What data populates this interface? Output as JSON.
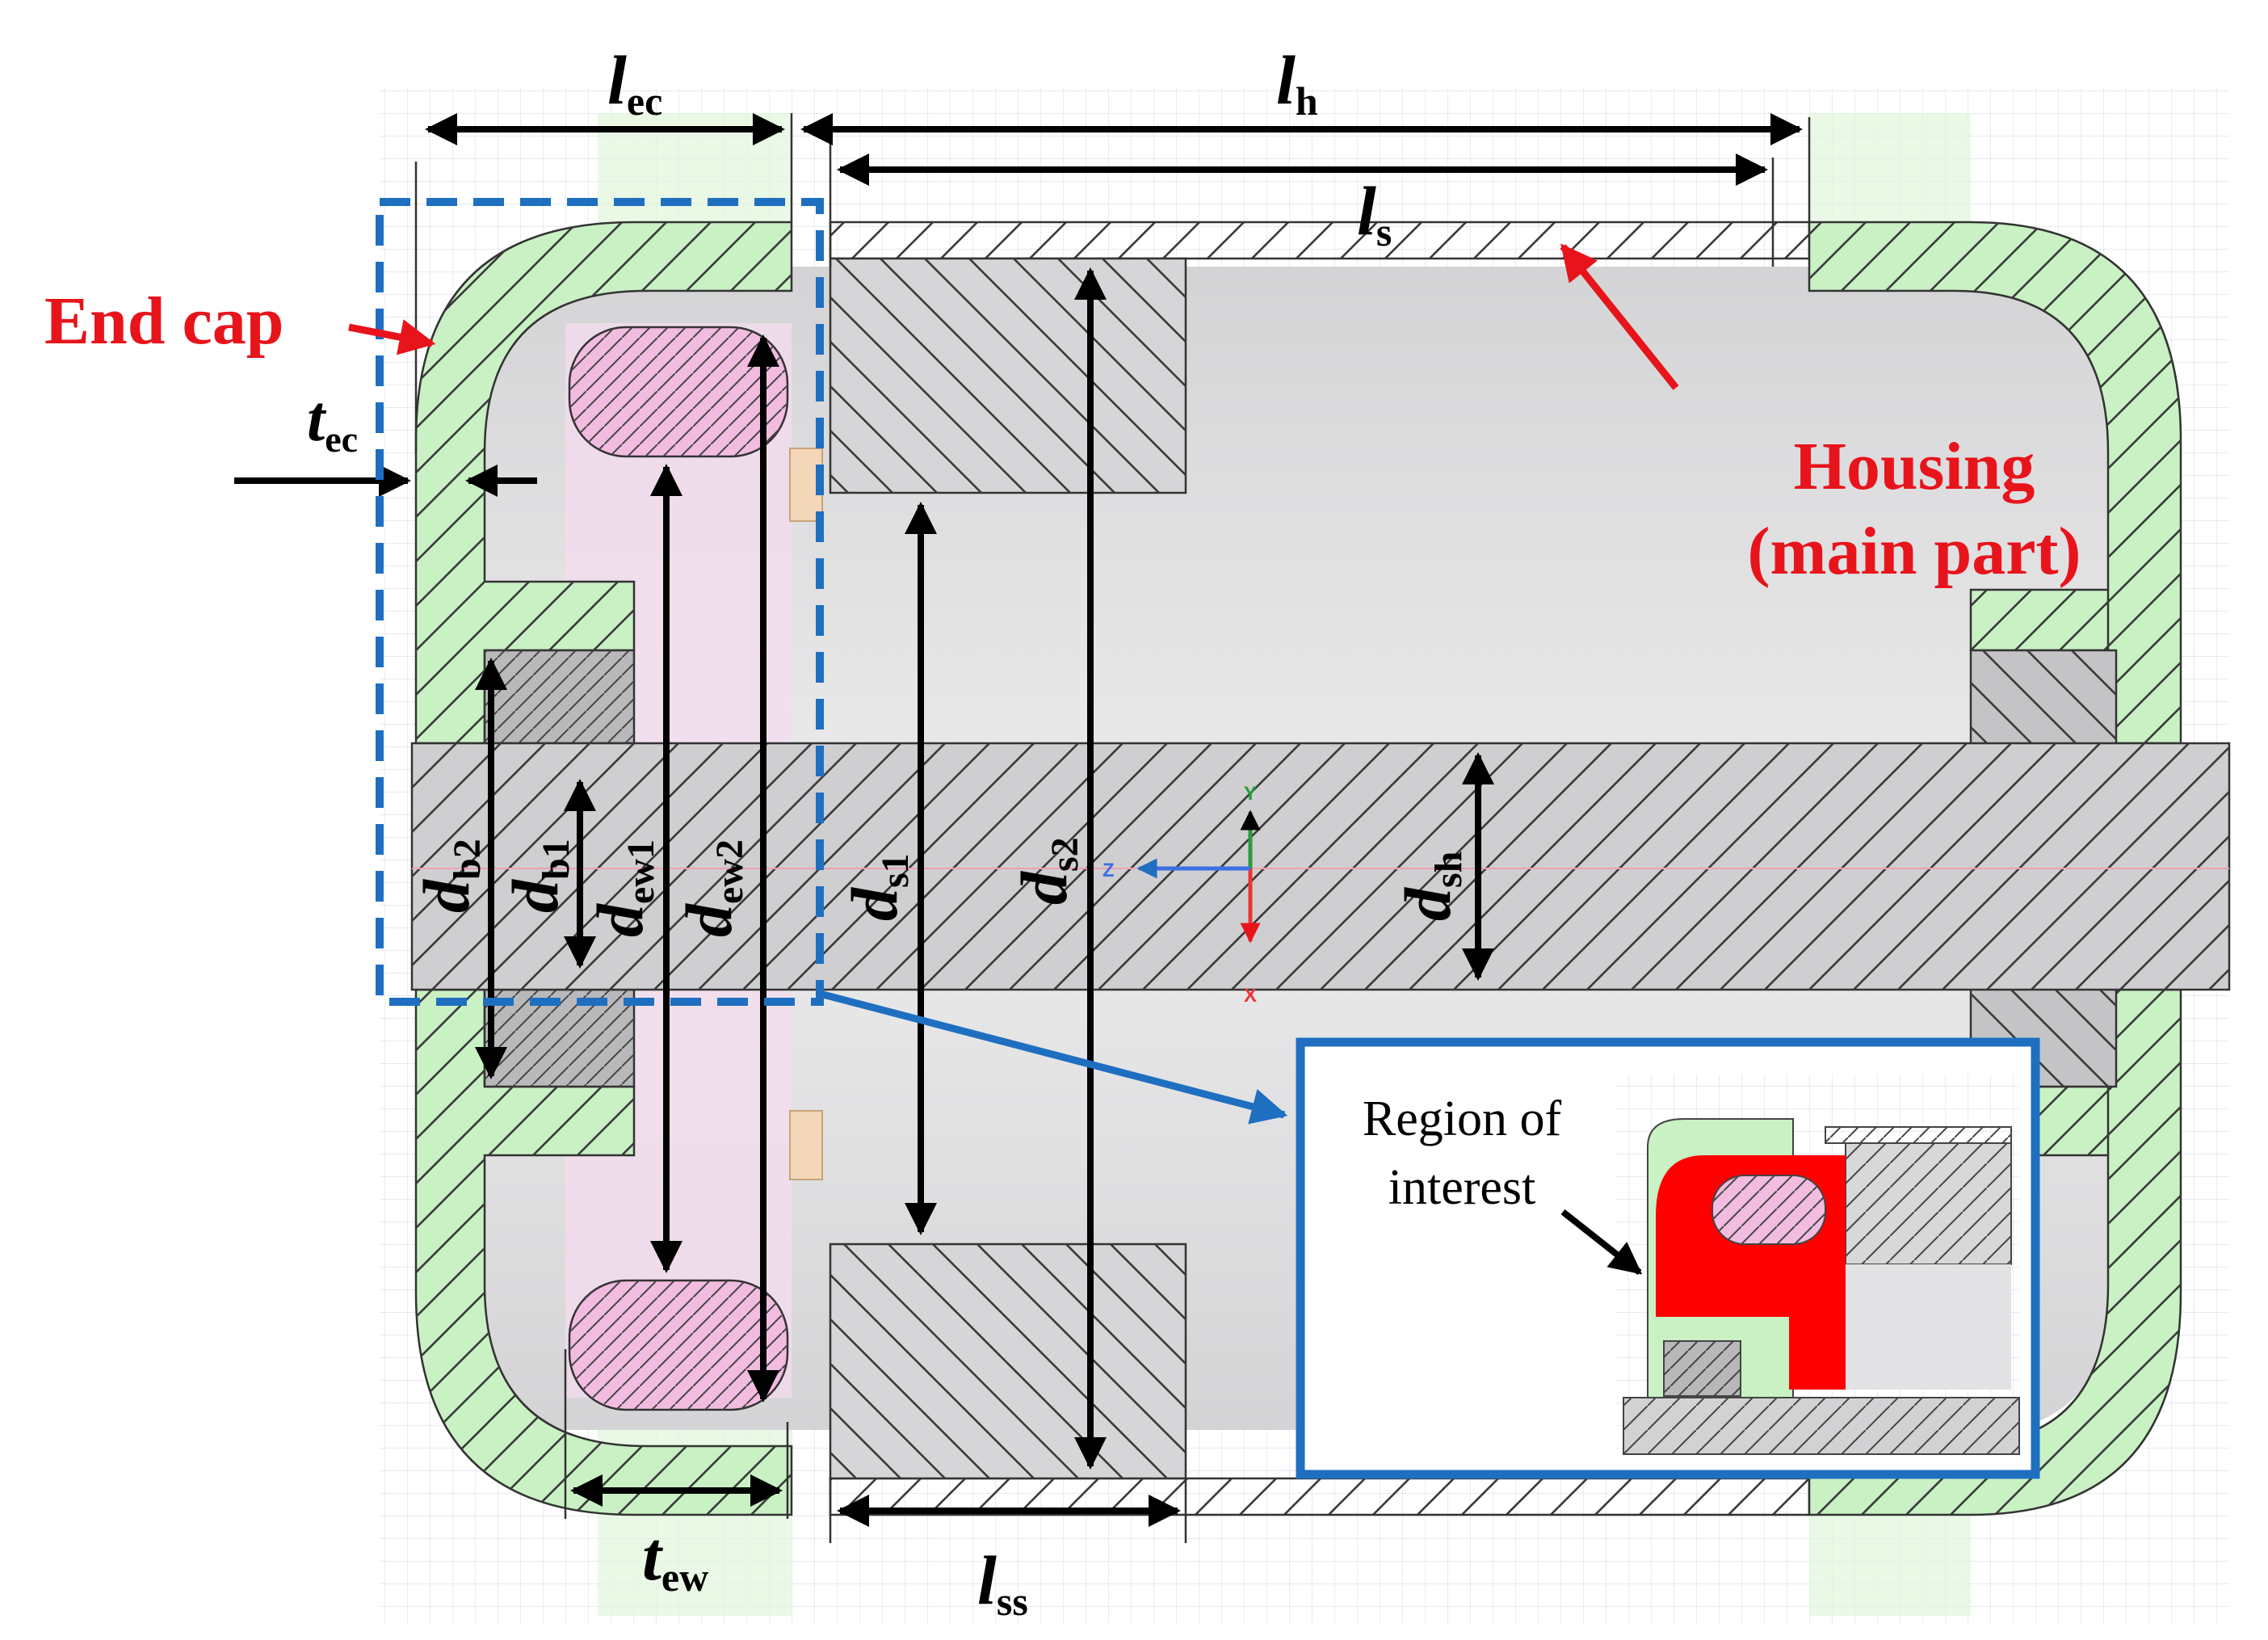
{
  "labels": {
    "l_ec": {
      "base": "l",
      "sub": "ec"
    },
    "l_h": {
      "base": "l",
      "sub": "h"
    },
    "l_s": {
      "base": "l",
      "sub": "s"
    },
    "t_ec": {
      "base": "t",
      "sub": "ec"
    },
    "t_ew": {
      "base": "t",
      "sub": "ew"
    },
    "l_ss": {
      "base": "l",
      "sub": "ss"
    },
    "d_b2": {
      "base": "d",
      "sub": "b2"
    },
    "d_b1": {
      "base": "d",
      "sub": "b1"
    },
    "d_ew1": {
      "base": "d",
      "sub": "ew1"
    },
    "d_ew2": {
      "base": "d",
      "sub": "ew2"
    },
    "d_s1": {
      "base": "d",
      "sub": "s1"
    },
    "d_s2": {
      "base": "d",
      "sub": "s2"
    },
    "d_sh": {
      "base": "d",
      "sub": "sh"
    }
  },
  "callouts": {
    "end_cap": "End cap",
    "housing_line1": "Housing",
    "housing_line2": "(main part)"
  },
  "inset": {
    "line1": "Region of",
    "line2": "interest"
  },
  "axes": {
    "y": "Y",
    "z": "Z",
    "x": "X"
  },
  "colors": {
    "callout_red": "#e8141c",
    "highlight_blue": "#1f6fc0",
    "end_cap_green": "#c9f1c4",
    "winding_pink": "#f2bce0",
    "region_red": "#ff0000"
  }
}
